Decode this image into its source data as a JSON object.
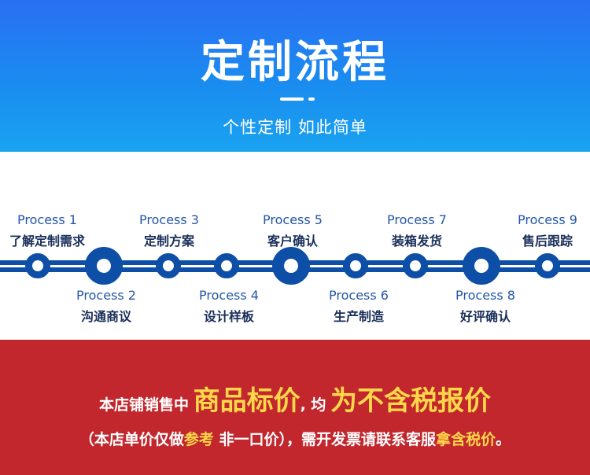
{
  "header": {
    "title": "定制流程",
    "subtitle": "个性定制 如此简单"
  },
  "steps": [
    {
      "en": "Process 1",
      "zh": "了解定制需求"
    },
    {
      "en": "Process 2",
      "zh": "沟通商议"
    },
    {
      "en": "Process 3",
      "zh": "定制方案"
    },
    {
      "en": "Process 4",
      "zh": "设计样板"
    },
    {
      "en": "Process 5",
      "zh": "客户确认"
    },
    {
      "en": "Process 6",
      "zh": "生产制造"
    },
    {
      "en": "Process 7",
      "zh": "装箱发货"
    },
    {
      "en": "Process 8",
      "zh": "好评确认"
    },
    {
      "en": "Process 9",
      "zh": "售后跟踪"
    }
  ],
  "notice": {
    "line1_a": "本店铺销售中",
    "line1_b": "商品标价",
    "line1_c": ", 均",
    "line1_d": "为不含税报价",
    "line2_a": "（本店单价仅做",
    "line2_b": "参考",
    "line2_c": " 非一口价），需开发票请联系客服",
    "line2_d": "拿含税价",
    "line2_e": "。"
  },
  "colors": {
    "blue": "#0d4ea6",
    "red": "#c1272d",
    "yellow": "#ffd84a"
  }
}
